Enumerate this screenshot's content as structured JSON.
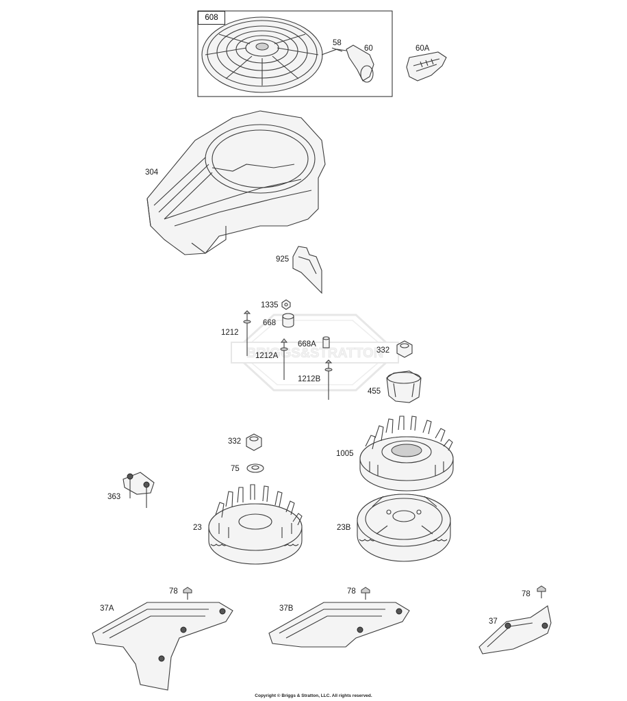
{
  "labels": {
    "p608": "608",
    "p58": "58",
    "p60": "60",
    "p60a": "60A",
    "p304": "304",
    "p925": "925",
    "p1335": "1335",
    "p668": "668",
    "p1212": "1212",
    "p668a": "668A",
    "p332a": "332",
    "p1212a": "1212A",
    "p1212b": "1212B",
    "p455": "455",
    "p332b": "332",
    "p1005": "1005",
    "p75": "75",
    "p363": "363",
    "p23": "23",
    "p23b": "23B",
    "p78a": "78",
    "p78b": "78",
    "p78c": "78",
    "p37a": "37A",
    "p37b": "37B",
    "p37": "37"
  },
  "watermark": "BRIGGS&STRATTON",
  "copyright": "Copyright © Briggs & Stratton, LLC. All rights reserved."
}
